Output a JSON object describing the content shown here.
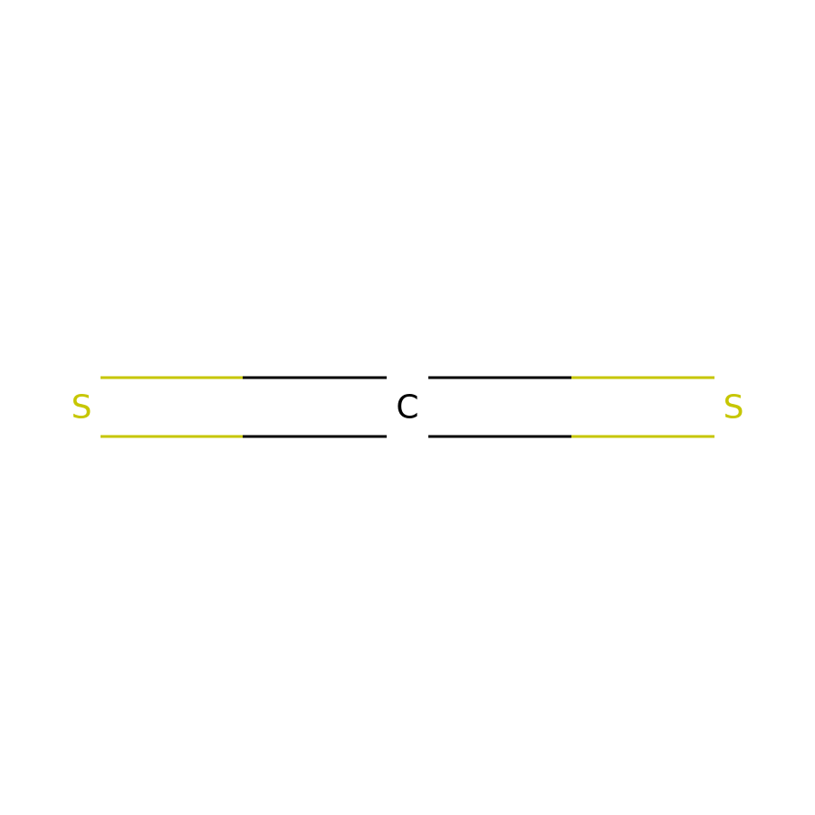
{
  "molecule": {
    "atoms": [
      {
        "id": "s1",
        "symbol": "S",
        "color": "#c6c600"
      },
      {
        "id": "c1",
        "symbol": "C",
        "color": "#000000"
      },
      {
        "id": "s2",
        "symbol": "S",
        "color": "#c6c600"
      }
    ],
    "bonds": [
      {
        "from": "s1",
        "to": "c1",
        "order": 2
      },
      {
        "from": "c1",
        "to": "s2",
        "order": 2
      }
    ],
    "colors": {
      "sulfur": "#c6c600",
      "carbon": "#000000",
      "background": "#ffffff"
    }
  }
}
